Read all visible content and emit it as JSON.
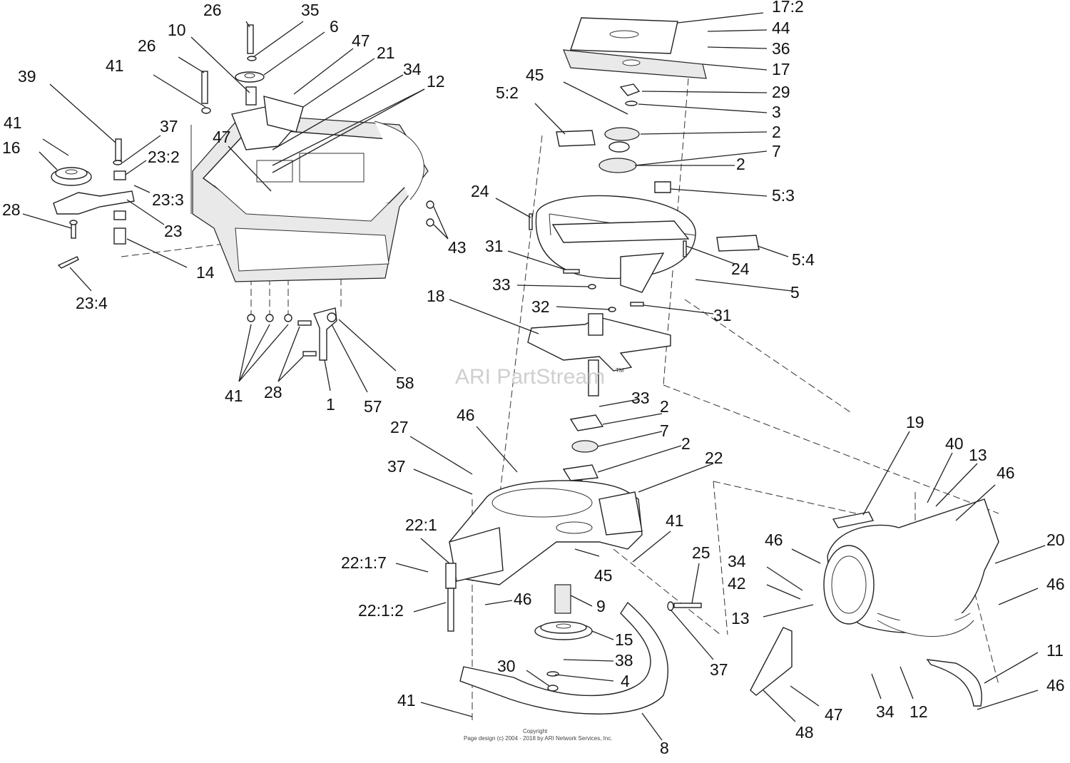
{
  "watermark": "ARI PartStream",
  "watermark_tm": "TM",
  "copyright": {
    "line1": "Copyright",
    "line2": "Page design (c) 2004 - 2018 by ARI Network Services, Inc."
  },
  "callouts": [
    {
      "id": "c-26a",
      "label": "26"
    },
    {
      "id": "c-35",
      "label": "35"
    },
    {
      "id": "c-10",
      "label": "10"
    },
    {
      "id": "c-6",
      "label": "6"
    },
    {
      "id": "c-47a",
      "label": "47"
    },
    {
      "id": "c-21",
      "label": "21"
    },
    {
      "id": "c-34a",
      "label": "34"
    },
    {
      "id": "c-12a",
      "label": "12"
    },
    {
      "id": "c-26b",
      "label": "26"
    },
    {
      "id": "c-41a",
      "label": "41"
    },
    {
      "id": "c-39",
      "label": "39"
    },
    {
      "id": "c-41b",
      "label": "41"
    },
    {
      "id": "c-37a",
      "label": "37"
    },
    {
      "id": "c-16",
      "label": "16"
    },
    {
      "id": "c-23-2",
      "label": "23:2"
    },
    {
      "id": "c-47b",
      "label": "47"
    },
    {
      "id": "c-23-3",
      "label": "23:3"
    },
    {
      "id": "c-28a",
      "label": "28"
    },
    {
      "id": "c-23",
      "label": "23"
    },
    {
      "id": "c-14",
      "label": "14"
    },
    {
      "id": "c-43",
      "label": "43"
    },
    {
      "id": "c-23-4",
      "label": "23:4"
    },
    {
      "id": "c-41c",
      "label": "41"
    },
    {
      "id": "c-28b",
      "label": "28"
    },
    {
      "id": "c-1",
      "label": "1"
    },
    {
      "id": "c-57",
      "label": "57"
    },
    {
      "id": "c-58",
      "label": "58"
    },
    {
      "id": "c-17-2",
      "label": "17:2"
    },
    {
      "id": "c-44",
      "label": "44"
    },
    {
      "id": "c-36",
      "label": "36"
    },
    {
      "id": "c-17",
      "label": "17"
    },
    {
      "id": "c-45a",
      "label": "45"
    },
    {
      "id": "c-5-2",
      "label": "5:2"
    },
    {
      "id": "c-29",
      "label": "29"
    },
    {
      "id": "c-3",
      "label": "3"
    },
    {
      "id": "c-2a",
      "label": "2"
    },
    {
      "id": "c-7a",
      "label": "7"
    },
    {
      "id": "c-2b",
      "label": "2"
    },
    {
      "id": "c-5-3",
      "label": "5:3"
    },
    {
      "id": "c-24a",
      "label": "24"
    },
    {
      "id": "c-31a",
      "label": "31"
    },
    {
      "id": "c-24b",
      "label": "24"
    },
    {
      "id": "c-5-4",
      "label": "5:4"
    },
    {
      "id": "c-33a",
      "label": "33"
    },
    {
      "id": "c-5",
      "label": "5"
    },
    {
      "id": "c-18",
      "label": "18"
    },
    {
      "id": "c-32",
      "label": "32"
    },
    {
      "id": "c-31b",
      "label": "31"
    },
    {
      "id": "c-33b",
      "label": "33"
    },
    {
      "id": "c-2c",
      "label": "2"
    },
    {
      "id": "c-7b",
      "label": "7"
    },
    {
      "id": "c-2d",
      "label": "2"
    },
    {
      "id": "c-27",
      "label": "27"
    },
    {
      "id": "c-46a",
      "label": "46"
    },
    {
      "id": "c-37b",
      "label": "37"
    },
    {
      "id": "c-22",
      "label": "22"
    },
    {
      "id": "c-22-1",
      "label": "22:1"
    },
    {
      "id": "c-41d",
      "label": "41"
    },
    {
      "id": "c-45b",
      "label": "45"
    },
    {
      "id": "c-22-1-7",
      "label": "22:1:7"
    },
    {
      "id": "c-46b",
      "label": "46"
    },
    {
      "id": "c-22-1-2",
      "label": "22:1:2"
    },
    {
      "id": "c-9",
      "label": "9"
    },
    {
      "id": "c-25",
      "label": "25"
    },
    {
      "id": "c-15",
      "label": "15"
    },
    {
      "id": "c-38",
      "label": "38"
    },
    {
      "id": "c-30",
      "label": "30"
    },
    {
      "id": "c-4",
      "label": "4"
    },
    {
      "id": "c-37c",
      "label": "37"
    },
    {
      "id": "c-41e",
      "label": "41"
    },
    {
      "id": "c-8",
      "label": "8"
    },
    {
      "id": "c-19",
      "label": "19"
    },
    {
      "id": "c-40",
      "label": "40"
    },
    {
      "id": "c-13a",
      "label": "13"
    },
    {
      "id": "c-46c",
      "label": "46"
    },
    {
      "id": "c-20",
      "label": "20"
    },
    {
      "id": "c-46d",
      "label": "46"
    },
    {
      "id": "c-34b",
      "label": "34"
    },
    {
      "id": "c-42",
      "label": "42"
    },
    {
      "id": "c-46e",
      "label": "46"
    },
    {
      "id": "c-13b",
      "label": "13"
    },
    {
      "id": "c-11",
      "label": "11"
    },
    {
      "id": "c-46f",
      "label": "46"
    },
    {
      "id": "c-47c",
      "label": "47"
    },
    {
      "id": "c-48",
      "label": "48"
    },
    {
      "id": "c-34c",
      "label": "34"
    },
    {
      "id": "c-12b",
      "label": "12"
    }
  ]
}
